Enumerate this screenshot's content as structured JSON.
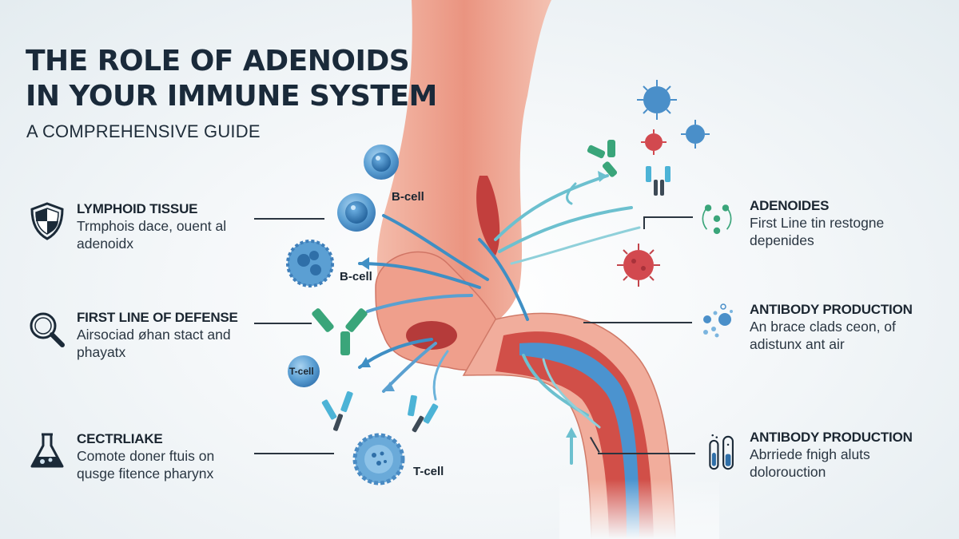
{
  "header": {
    "title_line1": "THE ROLE OF ADENOIDS",
    "title_line2": "IN YOUR IMMUNE SYSTEM",
    "subtitle": "A COMPREHENSIVE GUIDE"
  },
  "left_callouts": [
    {
      "icon": "shield-icon",
      "heading": "LYMPHOID TISSUE",
      "desc_line1": "Trmphois dace, ouent al",
      "desc_line2": "adenoidx"
    },
    {
      "icon": "magnifier-icon",
      "heading": "FIRST LINE OF DEFENSE",
      "desc_line1": "Airsociad øhan stact and",
      "desc_line2": "phayatx"
    },
    {
      "icon": "flask-icon",
      "heading": "CECTRLIAKE",
      "desc_line1": "Comote doner ftuis on",
      "desc_line2": "qusge fitence pharynx"
    }
  ],
  "right_callouts": [
    {
      "icon": "adenoid-cluster-icon",
      "heading": "ADENOIDES",
      "desc_line1": "First Line tin restogne",
      "desc_line2": "depenides"
    },
    {
      "icon": "virus-cluster-icon",
      "heading": "ANTIBODY PRODUCTION",
      "desc_line1": "An brace clads ceon, of",
      "desc_line2": "adistunx ant air"
    },
    {
      "icon": "test-tubes-icon",
      "heading": "ANTIBODY PRODUCTION",
      "desc_line1": "Abrriede fnigh aluts",
      "desc_line2": "dolorouction"
    }
  ],
  "cell_labels": {
    "b_cell_1": "B-cell",
    "b_cell_2": "B-cell",
    "t_cell_1": "T-cell",
    "t_cell_2": "T-cell"
  },
  "colors": {
    "tissue": "#ec9a86",
    "tissue_dark": "#c9443f",
    "airflow": "#3f8fc4",
    "airflow_light": "#6cc0cf",
    "cell_blue": "#4a8fc9",
    "antibody_green": "#3aa57a",
    "virus_red": "#d2494f",
    "text_dark": "#1b2631"
  }
}
